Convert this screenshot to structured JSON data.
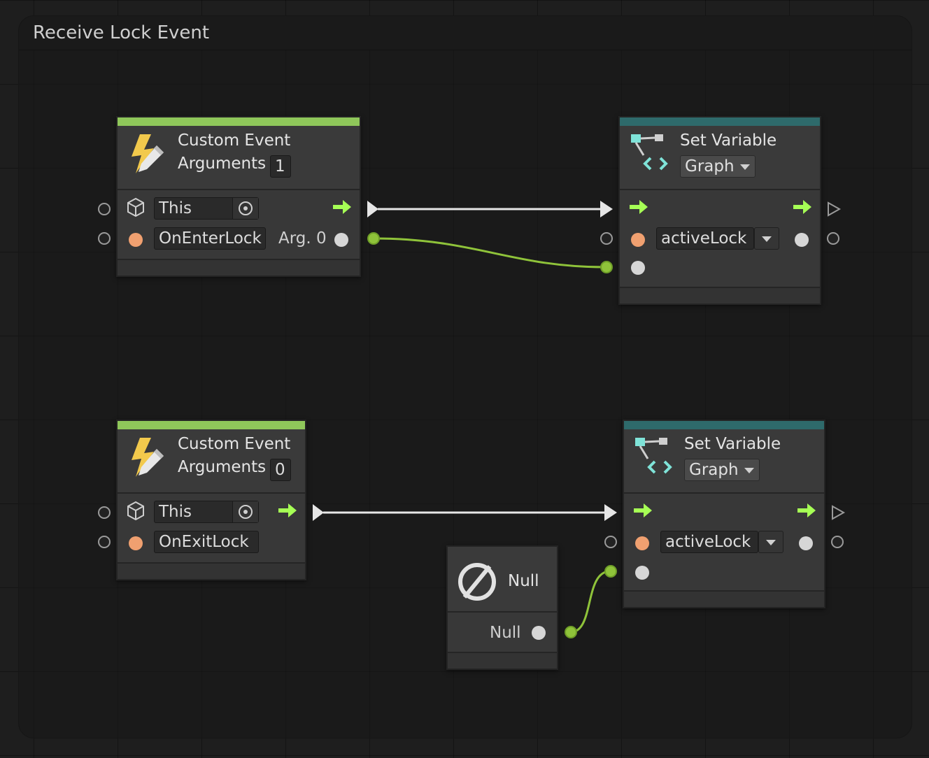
{
  "group": {
    "title": "Receive Lock Event"
  },
  "colors": {
    "event_header": "#8fc75a",
    "variable_header": "#2e6a6b",
    "flow_arrow": "#a6ff55",
    "data_wire": "#8fc33a",
    "flow_wire": "#e6e6e6",
    "string_port": "#f0a070"
  },
  "nodes": {
    "event_enter": {
      "title": "Custom Event",
      "arguments_label": "Arguments",
      "arguments_count": "1",
      "target_value": "This",
      "name_value": "OnEnterLock",
      "output_label": "Arg. 0",
      "icon": "custom-event-icon"
    },
    "setvar_top": {
      "title": "Set Variable",
      "scope_value": "Graph",
      "variable_name": "activeLock",
      "icon": "set-variable-icon"
    },
    "event_exit": {
      "title": "Custom Event",
      "arguments_label": "Arguments",
      "arguments_count": "0",
      "target_value": "This",
      "name_value": "OnExitLock",
      "icon": "custom-event-icon"
    },
    "setvar_bottom": {
      "title": "Set Variable",
      "scope_value": "Graph",
      "variable_name": "activeLock",
      "icon": "set-variable-icon"
    },
    "null_node": {
      "title": "Null",
      "output_label": "Null",
      "icon": "null-icon"
    }
  }
}
